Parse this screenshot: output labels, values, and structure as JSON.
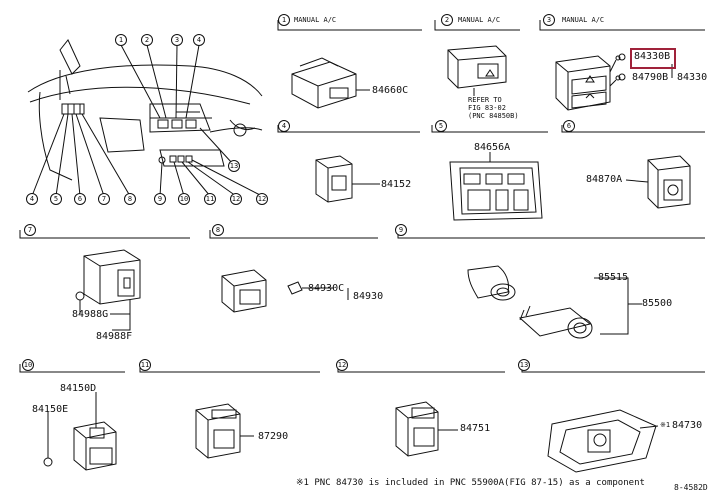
{
  "overview_callouts": [
    "1",
    "2",
    "3",
    "4",
    "5",
    "6",
    "7",
    "8",
    "9",
    "10",
    "11",
    "12",
    "13"
  ],
  "sections": [
    {
      "num": "1",
      "label": "MANUAL A/C"
    },
    {
      "num": "2",
      "label": "MANUAL A/C"
    },
    {
      "num": "3",
      "label": "MANUAL A/C"
    },
    {
      "num": "4",
      "label": ""
    },
    {
      "num": "5",
      "label": ""
    },
    {
      "num": "6",
      "label": ""
    },
    {
      "num": "7",
      "label": ""
    },
    {
      "num": "8",
      "label": ""
    },
    {
      "num": "9",
      "label": ""
    },
    {
      "num": "10",
      "label": ""
    },
    {
      "num": "11",
      "label": ""
    },
    {
      "num": "12",
      "label": ""
    },
    {
      "num": "13",
      "label": ""
    }
  ],
  "parts": {
    "p84660C": "84660C",
    "refer_lines": [
      "REFER TO",
      "FIG 83-02",
      "(PNC 84850B)"
    ],
    "p84330B": "84330B",
    "p84330": "84330",
    "p84790B": "84790B",
    "p84152": "84152",
    "p84656A": "84656A",
    "p84870A": "84870A",
    "p84988G": "84988G",
    "p84988F": "84988F",
    "p84930C": "84930C",
    "p84930": "84930",
    "p85515": "85515",
    "p85500": "85500",
    "p84150D": "84150D",
    "p84150E": "84150E",
    "p87290": "87290",
    "p84751": "84751",
    "p84730": "84730",
    "star": "※1"
  },
  "footnote": "※1 PNC 84730 is included in PNC 55900A(FIG 87-15) as a component",
  "code": "8-4582D",
  "colors": {
    "highlight": "#a0223a",
    "ink": "#111111"
  }
}
